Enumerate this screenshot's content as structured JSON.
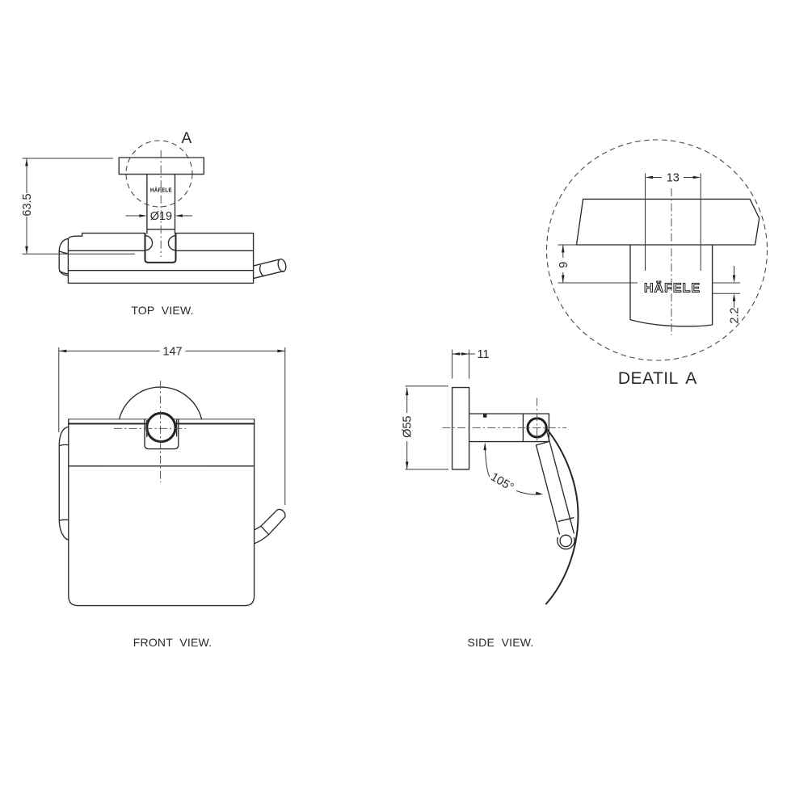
{
  "drawing": {
    "background": "#ffffff",
    "line_color": "#333333",
    "text_color": "#222a31",
    "views": {
      "top": {
        "label": "TOP VIEW.",
        "detail_marker": "A",
        "dim_mount_height": "63.5",
        "dim_stem_diameter": "Ø19",
        "stem_brand": "HÄFELE"
      },
      "front": {
        "label": "FRONT VIEW.",
        "dim_overall_width": "147"
      },
      "side": {
        "label": "SIDE VIEW.",
        "dim_plate_thickness": "11",
        "dim_plate_diameter": "Ø55",
        "dim_flap_angle": "105°"
      },
      "detail": {
        "label": "DEATIL A",
        "dim_neck_width": "13",
        "dim_plate_offset": "9",
        "dim_logo_band": "2.2",
        "brand": "HÄFELE"
      }
    }
  }
}
